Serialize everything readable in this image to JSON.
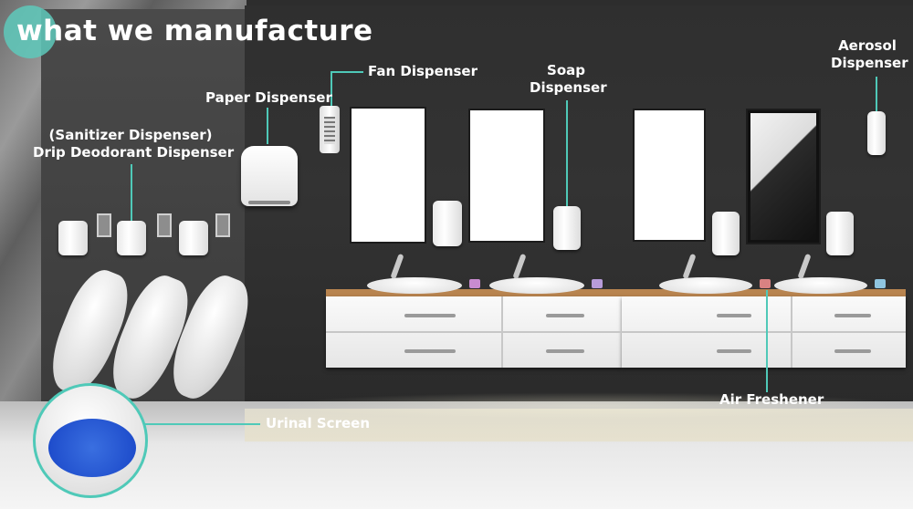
{
  "title": "what we manufacture",
  "labels": {
    "paper_dispenser": "Paper Dispenser",
    "fan_dispenser": "Fan Dispenser",
    "soap_dispenser_line1": "Soap",
    "soap_dispenser_line2": "Dispenser",
    "aerosol_dispenser_line1": "Aerosol",
    "aerosol_dispenser_line2": "Dispenser",
    "sanitizer_line1": "(Sanitizer Dispenser)",
    "sanitizer_line2": "Drip Deodorant Dispenser",
    "air_freshener": "Air Freshener",
    "urinal_screen": "Urinal Screen"
  },
  "colors": {
    "accent_line": "#4fc9b8",
    "urinal_screen_blue": "#1845c7",
    "countertop": "#b8844f"
  }
}
